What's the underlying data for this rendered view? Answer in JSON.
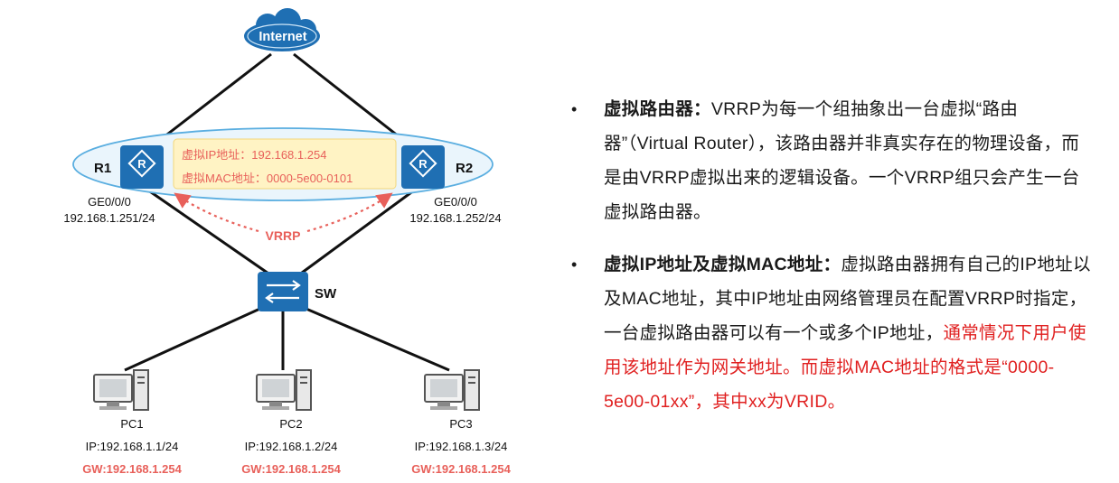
{
  "internet_label": "Internet",
  "routers": [
    {
      "name": "R1",
      "interface": "GE0/0/0",
      "ip": "192.168.1.251/24"
    },
    {
      "name": "R2",
      "interface": "GE0/0/0",
      "ip": "192.168.1.252/24"
    }
  ],
  "virtual_router": {
    "ip_line": "虚拟IP地址：192.168.1.254",
    "mac_line": "虚拟MAC地址：0000-5e00-0101"
  },
  "vrrp_label": "VRRP",
  "switch_label": "SW",
  "pcs": [
    {
      "name": "PC1",
      "ip": "IP:192.168.1.1/24",
      "gw": "GW:192.168.1.254"
    },
    {
      "name": "PC2",
      "ip": "IP:192.168.1.2/24",
      "gw": "GW:192.168.1.254"
    },
    {
      "name": "PC3",
      "ip": "IP:192.168.1.3/24",
      "gw": "GW:192.168.1.254"
    }
  ],
  "bullets": [
    {
      "marker": "•",
      "term": "虚拟路由器：",
      "text": "VRRP为每一个组抽象出一台虚拟“路由器”（Virtual Router），该路由器并非真实存在的物理设备，而是由VRRP虚拟出来的逻辑设备。一个VRRP组只会产生一台虚拟路由器。",
      "highlight": ""
    },
    {
      "marker": "•",
      "term": "虚拟IP地址及虚拟MAC地址：",
      "text": "虚拟路由器拥有自己的IP地址以及MAC地址，其中IP地址由网络管理员在配置VRRP时指定，一台虚拟路由器可以有一个或多个IP地址，",
      "highlight": "通常情况下用户使用该地址作为网关地址。而虚拟MAC地址的格式是“0000-5e00-01xx”，其中xx为VRID。"
    }
  ],
  "colors": {
    "router_blue": "#1f6fb3",
    "vrrp_red": "#e8605a",
    "highlight_red": "#e02020",
    "ellipse_stroke": "#5aaee0",
    "ellipse_fill": "#eaf5fc",
    "box_fill": "#fff3c4"
  }
}
